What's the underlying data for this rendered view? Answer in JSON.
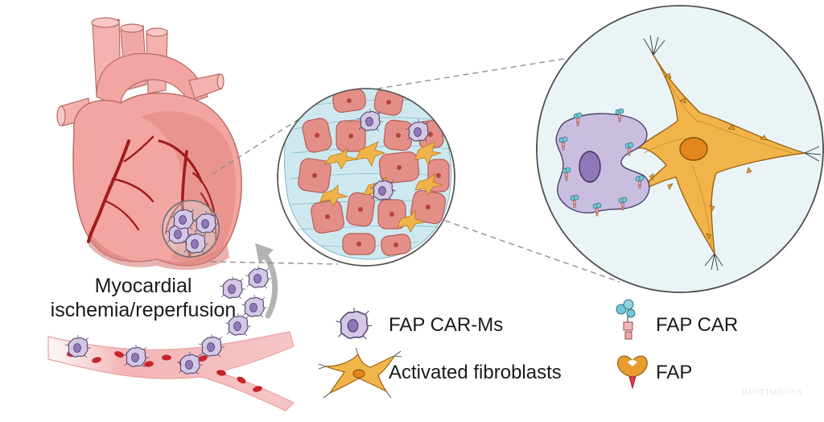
{
  "caption": {
    "line1": "Myocardial",
    "line2": "ischemia/reperfusion"
  },
  "legend": {
    "car_ms": "FAP CAR-Ms",
    "fibroblasts": "Activated fibroblasts",
    "fap_car": "FAP CAR",
    "fap": "FAP"
  },
  "watermark": "BIOTIMEOSS",
  "colors": {
    "heart": "#f2a5a1",
    "heart_dark": "#d97e7b",
    "vessel": "#a11b1d",
    "tissue_bg": "#cde9ef",
    "cardiomyocyte": "#e48e88",
    "fibroblast": "#f1b44a",
    "macrophage": "#c9bde0",
    "nucleus_mac": "#8f78b8",
    "nucleus_fib": "#e3861b",
    "receptor_blue": "#74c7d6",
    "receptor_pink": "#f4a7a7",
    "fap_tip": "#e03b4a"
  }
}
